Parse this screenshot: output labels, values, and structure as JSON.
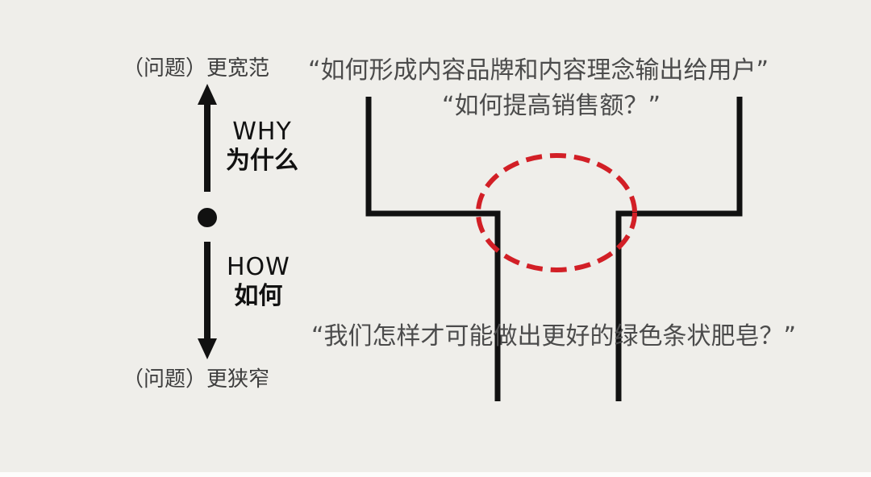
{
  "axis": {
    "top_label": "（问题）更宽范",
    "bottom_label": "（问题）更狭窄",
    "why": {
      "en": "WHY",
      "zh": "为什么"
    },
    "how": {
      "en": "HOW",
      "zh": "如何"
    }
  },
  "questions": {
    "broad": "“如何形成内容品牌和内容理念输出给用户”",
    "middle": "“如何提高销售额？”",
    "narrow": "“我们怎样才可能做出更好的绿色条状肥皂？”"
  },
  "colors": {
    "background": "#efeeea",
    "line": "#111111",
    "highlight": "#d21f26",
    "text": "#4b4b4b"
  },
  "shapes": {
    "up-arrow-icon": "arrow up (broader)",
    "down-arrow-icon": "arrow down (narrower)",
    "center-dot": "filled circle",
    "funnel-outline": "T-shaped funnel",
    "focus-ellipse": "red dashed ellipse"
  }
}
